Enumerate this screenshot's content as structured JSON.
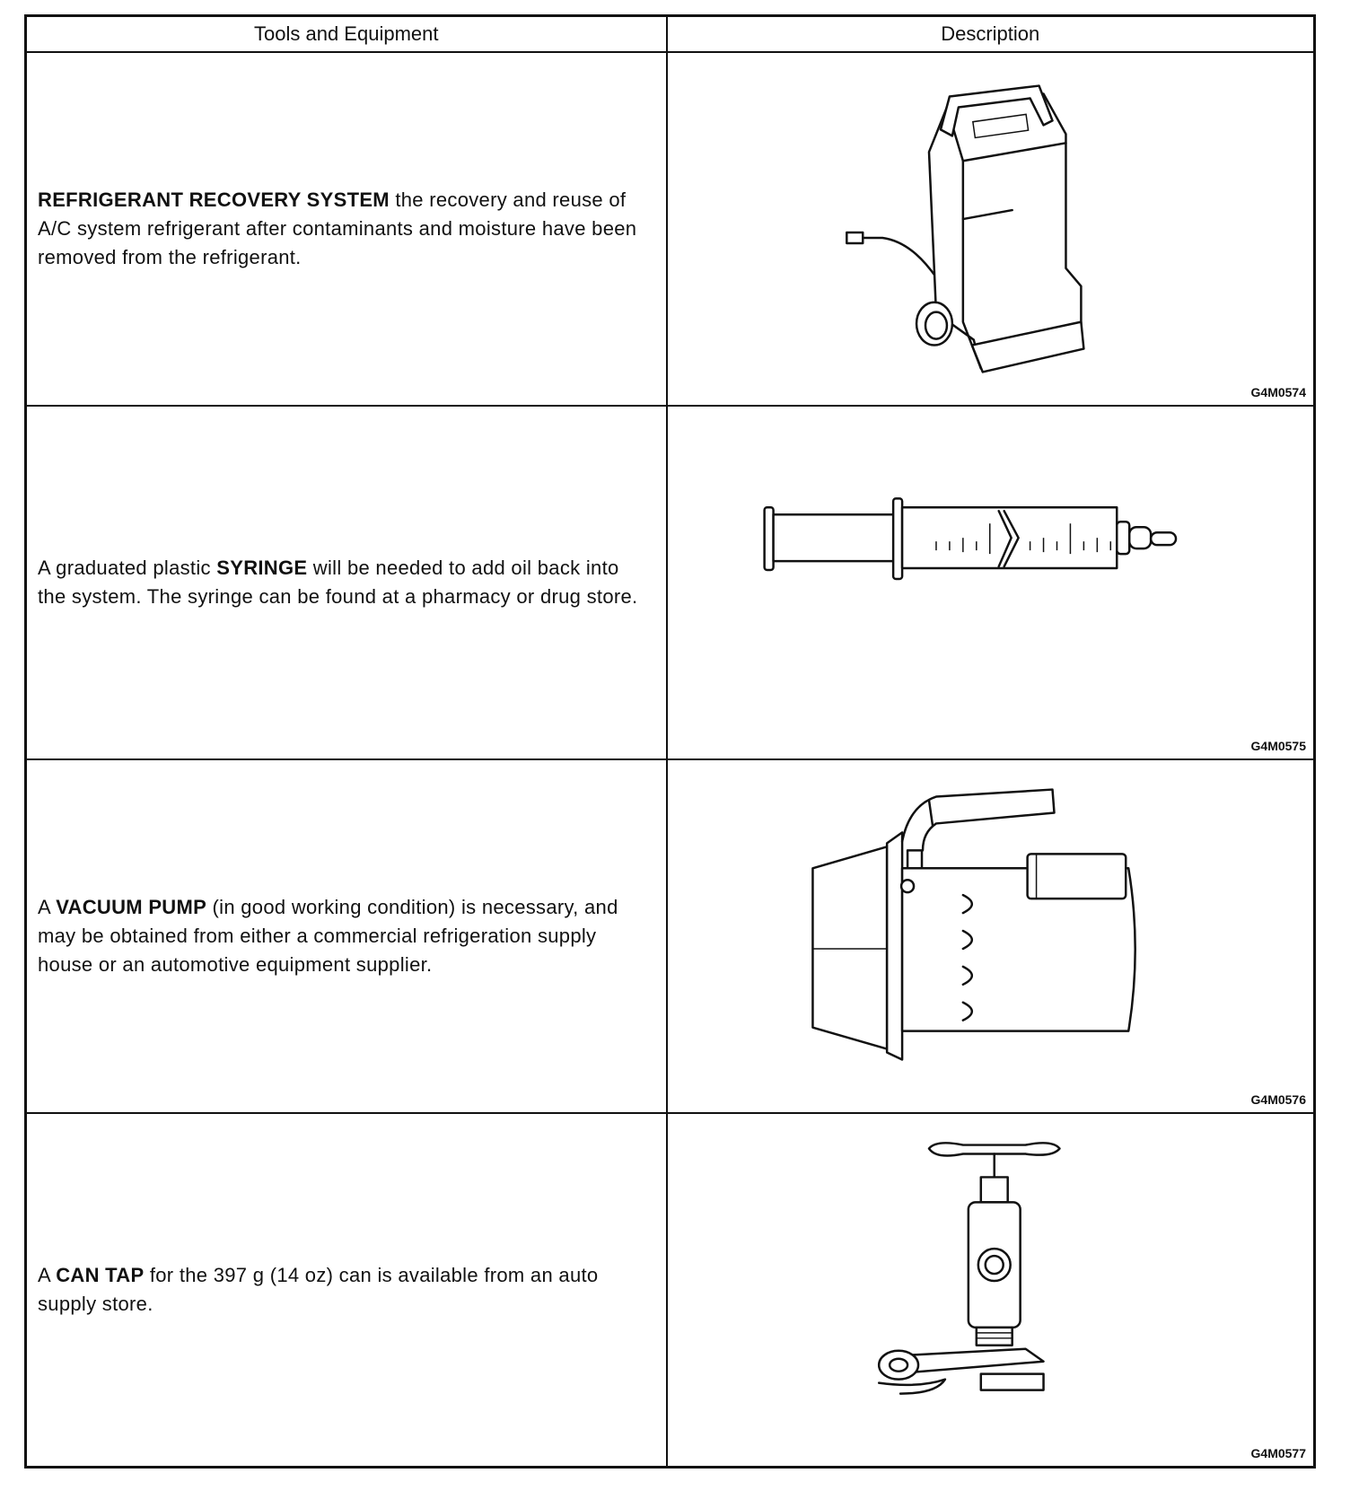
{
  "table": {
    "header_tools": "Tools and Equipment",
    "header_description": "Description"
  },
  "rows": [
    {
      "pre": "",
      "bold": "REFRIGERANT RECOVERY SYSTEM",
      "post": " the recovery and reuse of A/C system refrigerant after contaminants and moisture have been removed from the refrigerant.",
      "figure_code": "G4M0574",
      "icon": "refrigerant-recovery-unit-icon"
    },
    {
      "pre": "A graduated plastic ",
      "bold": "SYRINGE",
      "post": " will be needed to add oil back into the system. The syringe can be found at a pharmacy or drug store.",
      "figure_code": "G4M0575",
      "icon": "syringe-icon"
    },
    {
      "pre": "A ",
      "bold": "VACUUM PUMP",
      "post": " (in good working condition) is necessary, and may be obtained from either a commercial refrigeration supply house or an automotive equipment supplier.",
      "figure_code": "G4M0576",
      "icon": "vacuum-pump-icon"
    },
    {
      "pre": "A ",
      "bold": "CAN TAP",
      "post": " for the 397 g (14 oz) can is available from an auto supply store.",
      "figure_code": "G4M0577",
      "icon": "can-tap-icon"
    }
  ]
}
